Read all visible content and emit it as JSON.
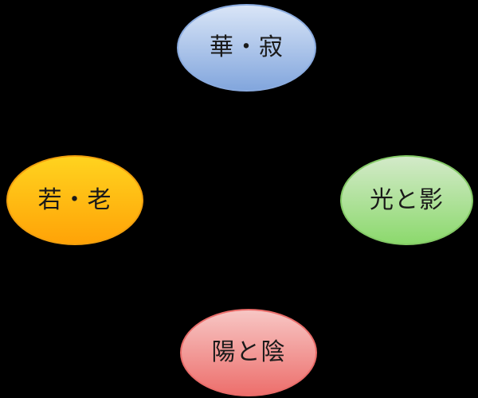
{
  "diagram": {
    "background": "#000000",
    "text_color": "#1a1a1a",
    "nodes": [
      {
        "id": "top",
        "label": "華・寂",
        "fill_light": "#d9e5f7",
        "fill_dark": "#82a6dd",
        "border": "#8aabdf"
      },
      {
        "id": "left",
        "label": "若・老",
        "fill_light": "#ffd31f",
        "fill_dark": "#ffa307",
        "border": "#f2a00e"
      },
      {
        "id": "right",
        "label": "光と影",
        "fill_light": "#d3eac9",
        "fill_dark": "#8cd96d",
        "border": "#84ca66"
      },
      {
        "id": "bottom",
        "label": "陽と陰",
        "fill_light": "#f7c6c4",
        "fill_dark": "#ed6f6c",
        "border": "#e96c69"
      }
    ]
  }
}
